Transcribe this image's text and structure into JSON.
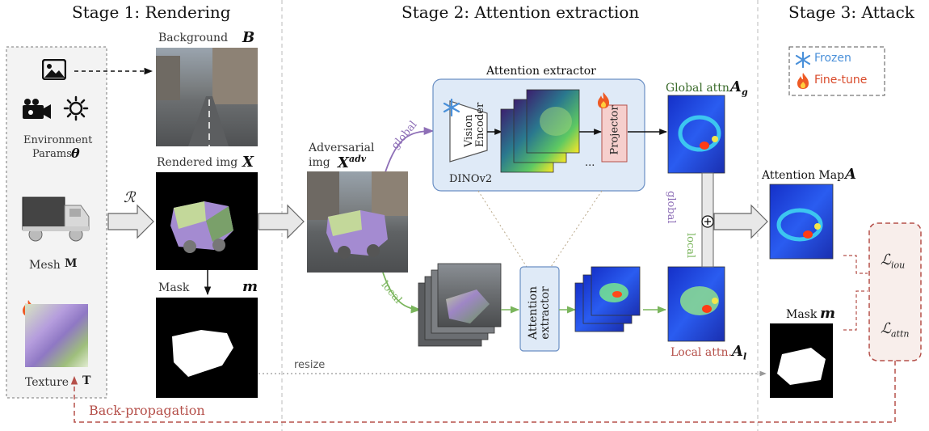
{
  "stages": {
    "s1": "Stage 1: Rendering",
    "s2": "Stage 2: Attention extraction",
    "s3": "Stage 3: Attack"
  },
  "stage1": {
    "env_line1": "Environment",
    "env_line2": "Params",
    "env_sym": "θ",
    "mesh_label": "Mesh",
    "mesh_sym": "M",
    "texture_label": "Texture",
    "texture_sym": "T",
    "background_label": "Background",
    "background_sym": "B",
    "rendered_label": "Rendered img",
    "rendered_sym": "X",
    "mask_label": "Mask",
    "mask_sym": "m",
    "render_op": "ℛ"
  },
  "stage2": {
    "adv_line1": "Adversarial",
    "adv_line2": "img",
    "adv_sym": "X",
    "adv_sup": "adv",
    "global_branch": "global",
    "local_branch": "local",
    "extractor_title": "Attention extractor",
    "vision_encoder": "Vision Encoder",
    "projector": "Projector",
    "dinov2": "DINOv2",
    "ellipsis": "...",
    "local_extractor": "Attention extractor",
    "global_attn_label": "Global attn.",
    "global_attn_sym": "A",
    "global_attn_sub": "g",
    "local_attn_label": "Local attn.",
    "local_attn_sym": "A",
    "local_attn_sub": "l",
    "global_vertical": "global",
    "local_vertical": "local",
    "resize": "resize"
  },
  "stage3": {
    "legend_frozen": "Frozen",
    "legend_finetune": "Fine-tune",
    "attention_map_label": "Attention Map",
    "attention_map_sym": "A",
    "mask_label": "Mask",
    "mask_sym": "m",
    "loss_iou": "ℒ",
    "loss_iou_sub": "iou",
    "loss_attn": "ℒ",
    "loss_attn_sub": "attn",
    "backprop": "Back-propagation"
  },
  "colors": {
    "global": "#8e6fb7",
    "local": "#7ab55c",
    "backprop": "#b5504a",
    "frozen": "#4a90d9",
    "finetune": "#d94a2a",
    "extractor_bg": "#dfeaf7",
    "projector_bg": "#f6cfcd"
  }
}
